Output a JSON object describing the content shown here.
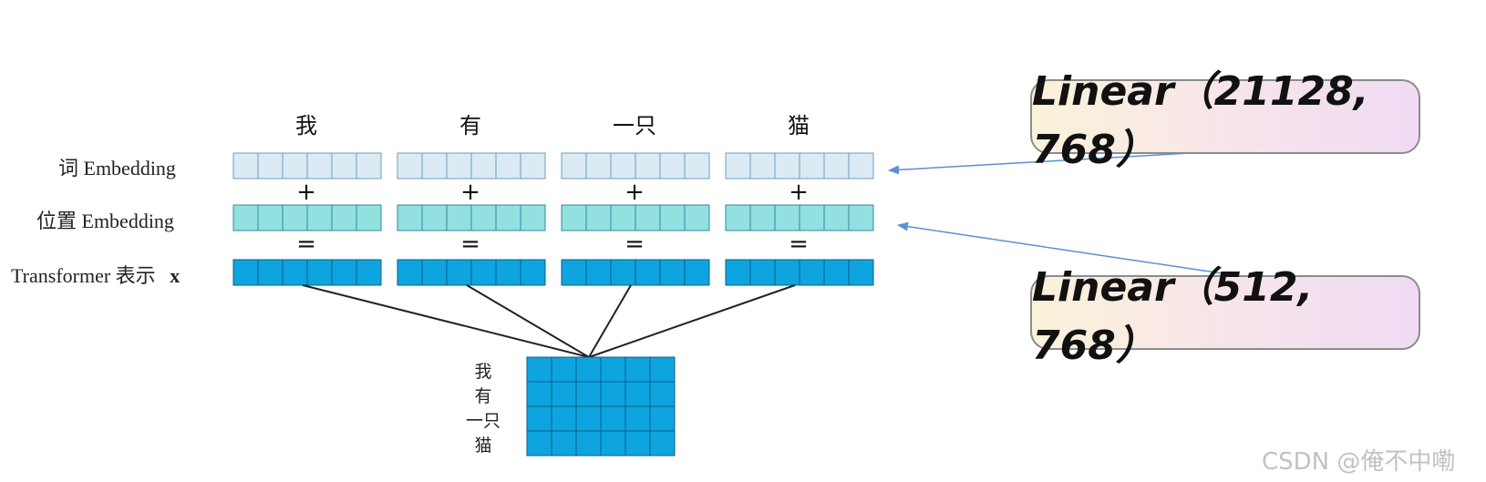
{
  "tokens": [
    "我",
    "有",
    "一只",
    "猫"
  ],
  "rows": {
    "word_embedding": "词  Embedding",
    "position_embedding": "位置  Embedding",
    "transformer_repr": "Transformer 表示",
    "transformer_var": "x"
  },
  "operators": {
    "plus": "+",
    "equals": "="
  },
  "matrix_labels": [
    "我",
    "有",
    "一只",
    "猫"
  ],
  "callouts": {
    "word": "Linear（21128, 768）",
    "position": "Linear（512, 768）"
  },
  "watermark": "CSDN @俺不中嘞",
  "colors": {
    "word_embedding": "#dbeaf3",
    "position_embedding": "#92e0e0",
    "transformer": "#0ea4e0",
    "arrow": "#5b8fd6"
  }
}
